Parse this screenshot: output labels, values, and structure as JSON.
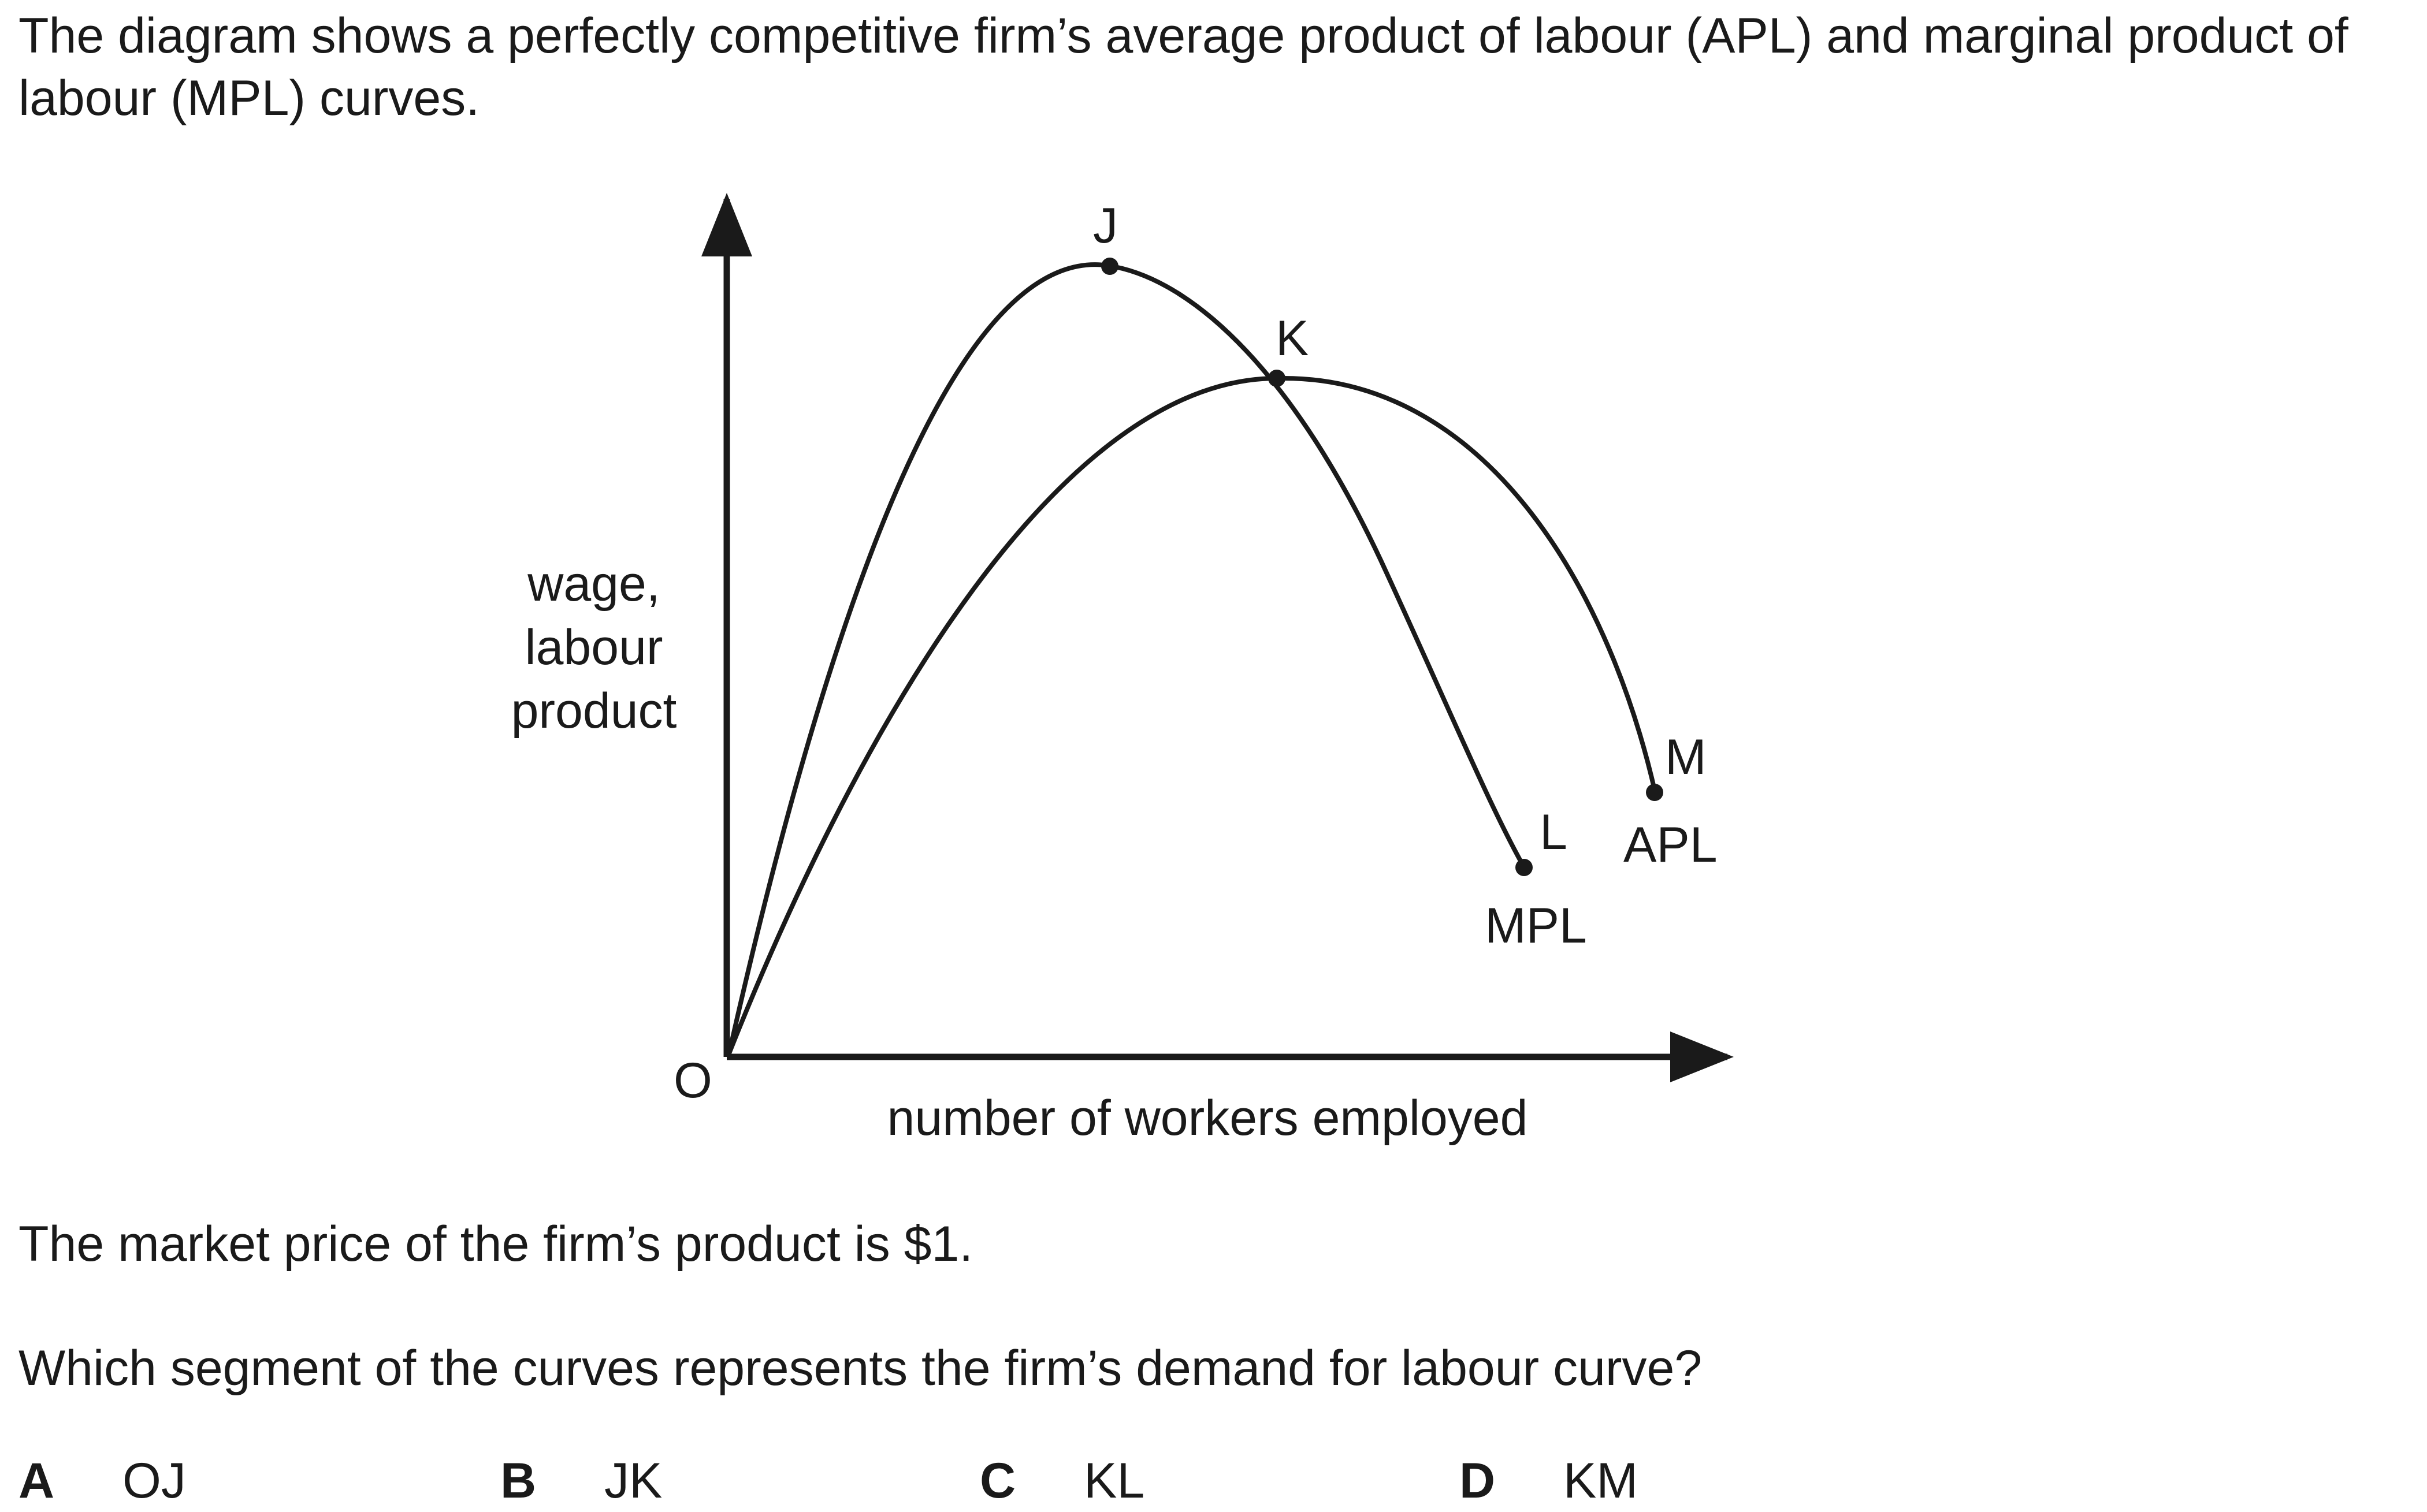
{
  "intro": "The diagram shows a perfectly competitive firm’s average product of labour (APL) and marginal product of labour (MPL) curves.",
  "diagram": {
    "y_axis_label": [
      "wage,",
      "labour",
      "product"
    ],
    "x_axis_label": "number of workers employed",
    "origin_label": "O",
    "points": {
      "J": "J",
      "K": "K",
      "L": "L",
      "M": "M"
    },
    "curve_labels": {
      "mpl": "MPL",
      "apl": "APL"
    }
  },
  "statement": "The market price of the firm’s product is $1.",
  "question": "Which segment of the curves represents the firm’s demand for labour curve?",
  "options": [
    {
      "key": "A",
      "text": "OJ"
    },
    {
      "key": "B",
      "text": "JK"
    },
    {
      "key": "C",
      "text": "KL"
    },
    {
      "key": "D",
      "text": "KM"
    }
  ],
  "colors": {
    "ink": "#1a1a1a",
    "background": "#ffffff"
  }
}
